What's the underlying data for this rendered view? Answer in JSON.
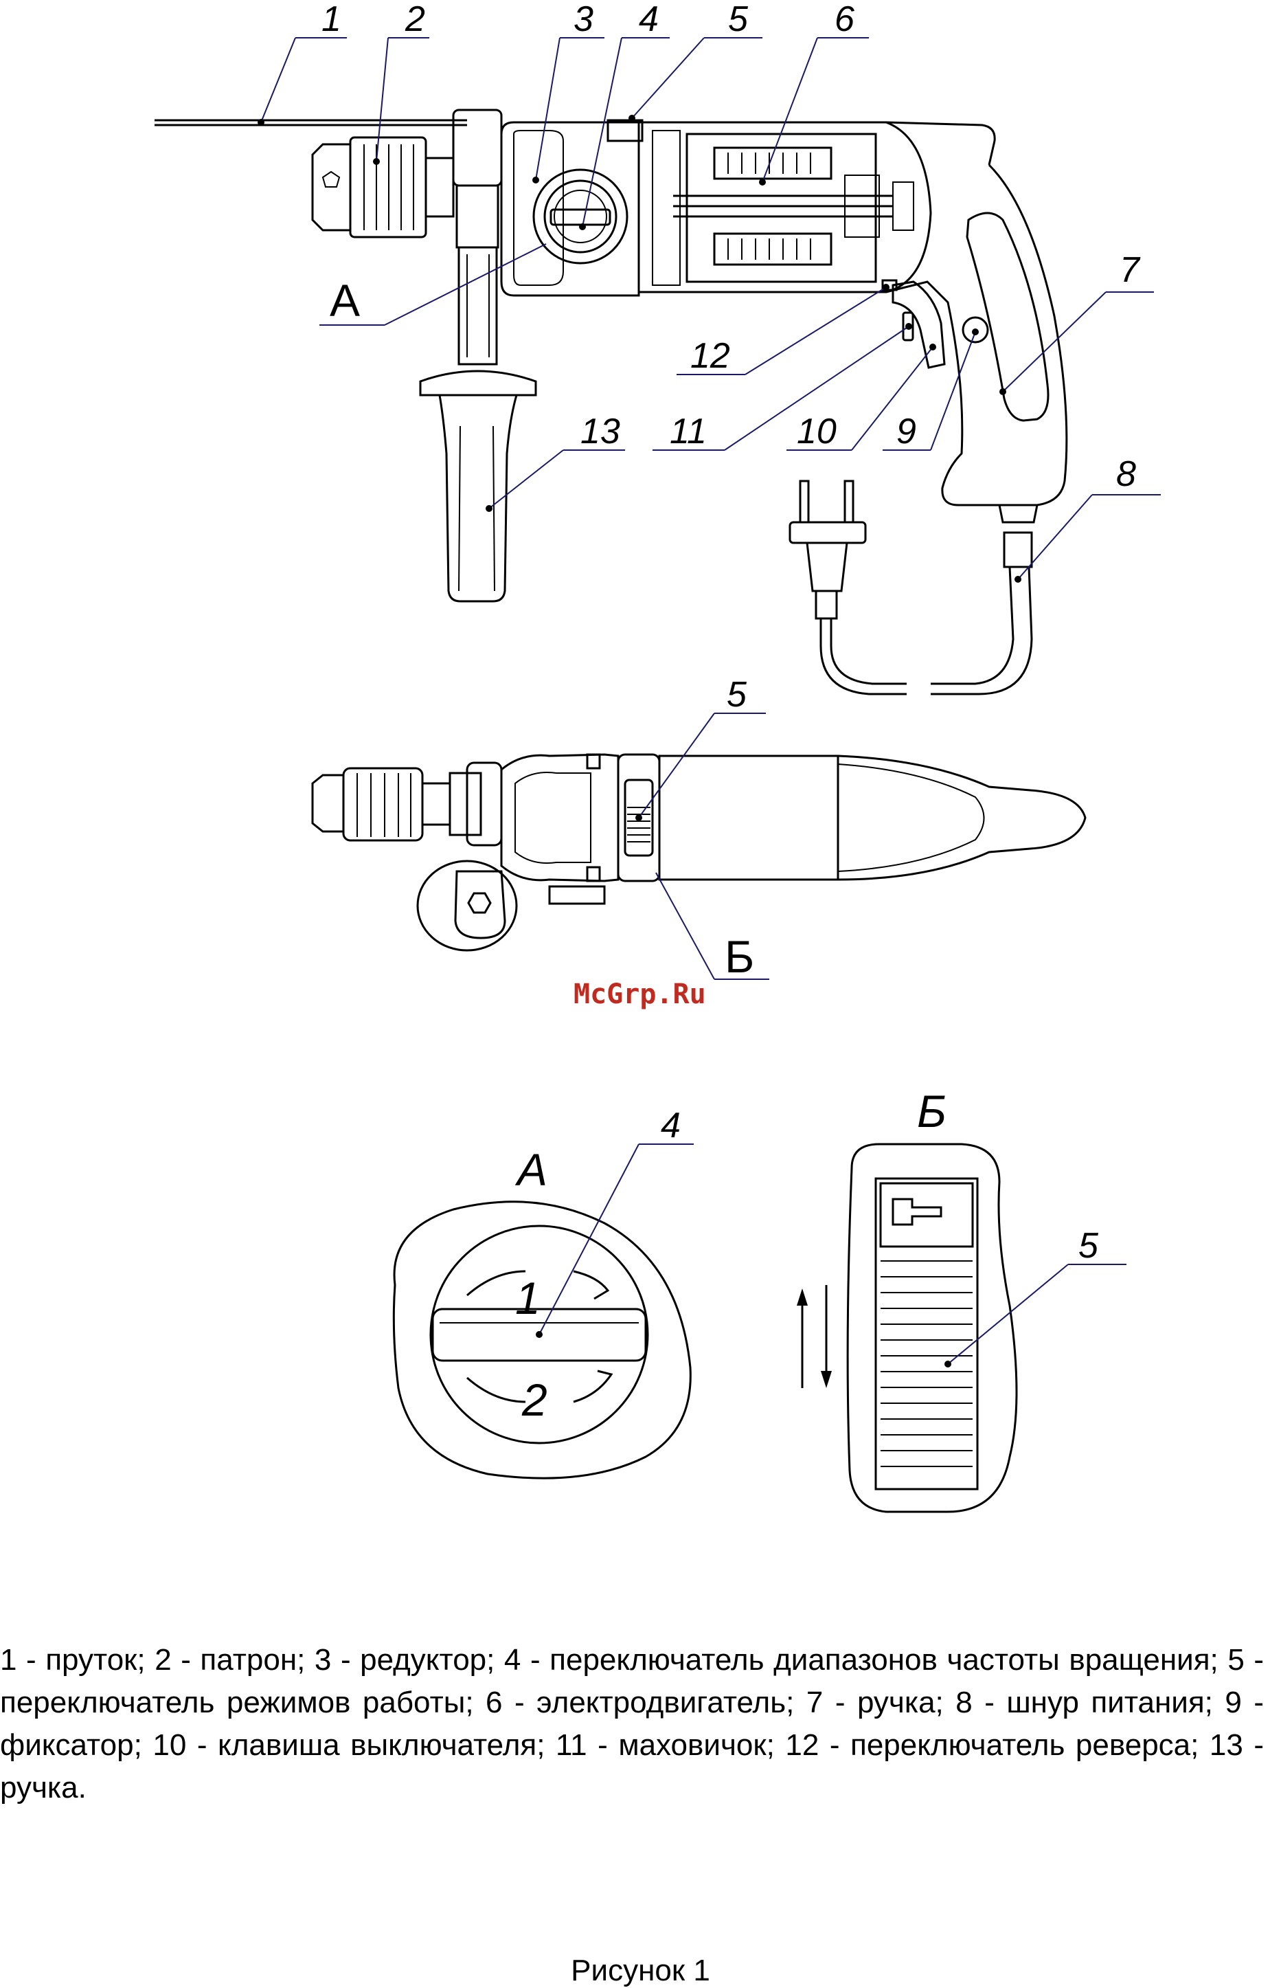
{
  "callouts": {
    "c1": "1",
    "c2": "2",
    "c3": "3",
    "c4": "4",
    "c5": "5",
    "c6": "6",
    "c7": "7",
    "c8": "8",
    "c9": "9",
    "c10": "10",
    "c11": "11",
    "c12": "12",
    "c13": "13",
    "viewA": "А",
    "viewB": "Б"
  },
  "detail_A": {
    "title": "А",
    "callout": "4",
    "mark_1": "1",
    "mark_2": "2"
  },
  "detail_B": {
    "title": "Б",
    "callout": "5"
  },
  "top_view": {
    "callout": "5",
    "view_letter": "Б"
  },
  "watermark": "McGrp.Ru",
  "legend": "1 - пруток; 2 - патрон; 3 - редуктор; 4 - переключатель диапазонов частоты вращения; 5 - переключатель режимов работы; 6 - электродвигатель; 7 - ручка; 8 - шнур питания; 9 - фиксатор; 10 - клавиша выключателя; 11 - маховичок; 12 - переключатель реверса; 13 - ручка.",
  "caption": "Рисунок 1"
}
